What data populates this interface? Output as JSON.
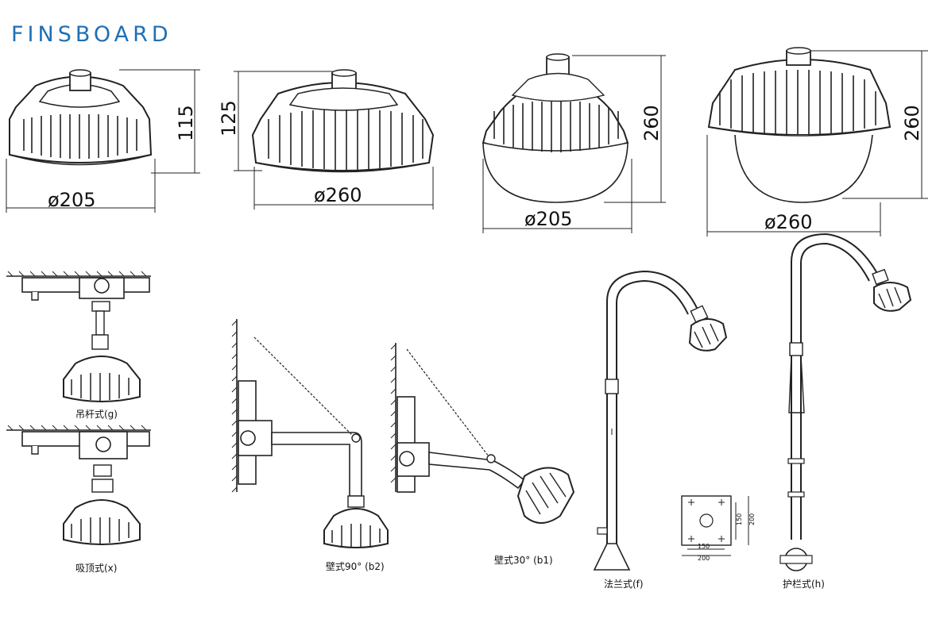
{
  "brand": {
    "logo_text": "FINSBOARD",
    "color": "#1f6fb5"
  },
  "dimensions": {
    "d1_width": "ø205",
    "d1_height": "115",
    "d2_width": "ø260",
    "d2_height": "125",
    "d3_width": "ø205",
    "d3_height": "260",
    "d4_width": "ø260",
    "d4_height": "260"
  },
  "captions": {
    "pendant": "吊杆式(g)",
    "ceiling": "吸顶式(x)",
    "wall90": "壁式90° (b2)",
    "wall30": "壁式30° (b1)",
    "flange": "法兰式(f)",
    "guardrail": "护栏式(h)"
  },
  "flange_plate": {
    "inner": "150",
    "outer": "200"
  }
}
